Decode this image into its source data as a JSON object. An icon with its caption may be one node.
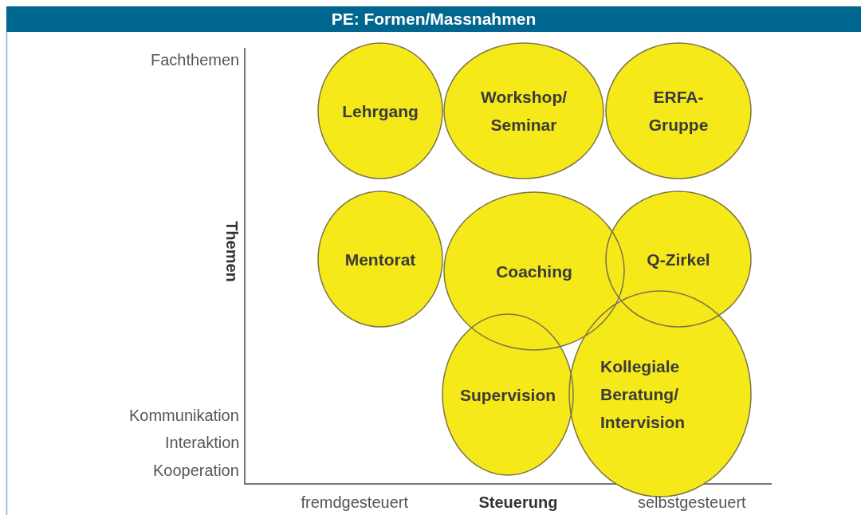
{
  "diagram": {
    "title": "PE: Formen/Massnahmen",
    "nodes": [
      {
        "text": [
          "Lehrgang"
        ]
      },
      {
        "text": [
          "Workshop/ Seminar"
        ]
      },
      {
        "text": [
          "ERFA- Gruppe"
        ]
      },
      {
        "text": [
          "Mentorat"
        ]
      },
      {
        "text": [
          "Coaching"
        ]
      },
      {
        "text": [
          "Q-Zirkel"
        ]
      },
      {
        "text": [
          "Supervision"
        ]
      },
      {
        "text": [
          "Kollegiale Beratung/ Intervision"
        ]
      }
    ],
    "edges": [],
    "labels": [
      "Fachthemen",
      "Themen",
      "Kommunikation",
      "Interaktion",
      "Kooperation",
      "fremdgesteuert",
      "Steuerung",
      "selbstgesteuert"
    ]
  }
}
